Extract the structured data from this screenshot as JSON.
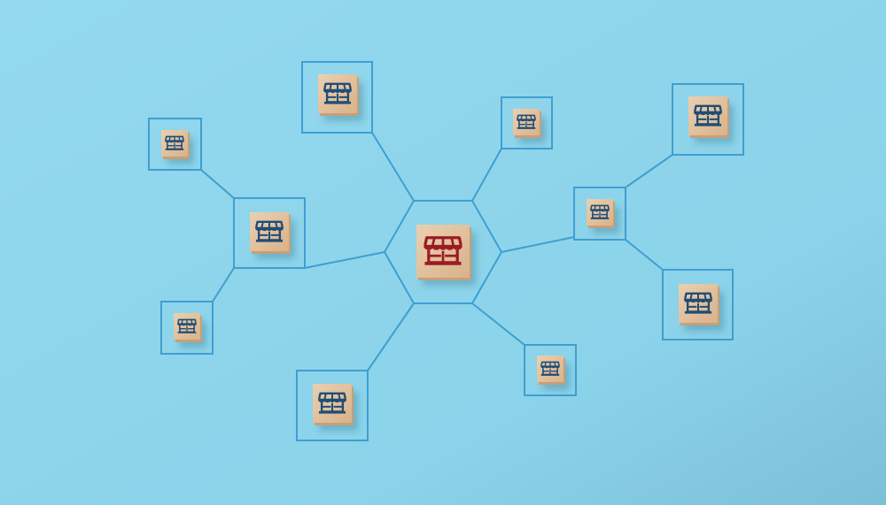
{
  "scene": {
    "description_hidden": "",
    "colors": {
      "background_top": "#8fd6ec",
      "background_bottom": "#82c8e0",
      "line": "#3f9fd0",
      "block": "#e2be99",
      "block_shade": "#c79f78",
      "icon_blue": "#1f4d78",
      "icon_red": "#9b1c24"
    },
    "nodes": [
      {
        "id": "hub",
        "icon": "storefront-icon",
        "role": "hub"
      },
      {
        "id": "store-1",
        "icon": "storefront-icon"
      },
      {
        "id": "store-2",
        "icon": "storefront-icon"
      },
      {
        "id": "store-3",
        "icon": "storefront-icon"
      },
      {
        "id": "store-4",
        "icon": "storefront-icon"
      },
      {
        "id": "store-5",
        "icon": "storefront-icon"
      },
      {
        "id": "store-6",
        "icon": "storefront-icon"
      },
      {
        "id": "store-7",
        "icon": "storefront-icon"
      },
      {
        "id": "store-8",
        "icon": "storefront-icon"
      },
      {
        "id": "store-9",
        "icon": "storefront-icon"
      },
      {
        "id": "store-10",
        "icon": "storefront-icon"
      },
      {
        "id": "store-11",
        "icon": "storefront-icon"
      }
    ]
  }
}
